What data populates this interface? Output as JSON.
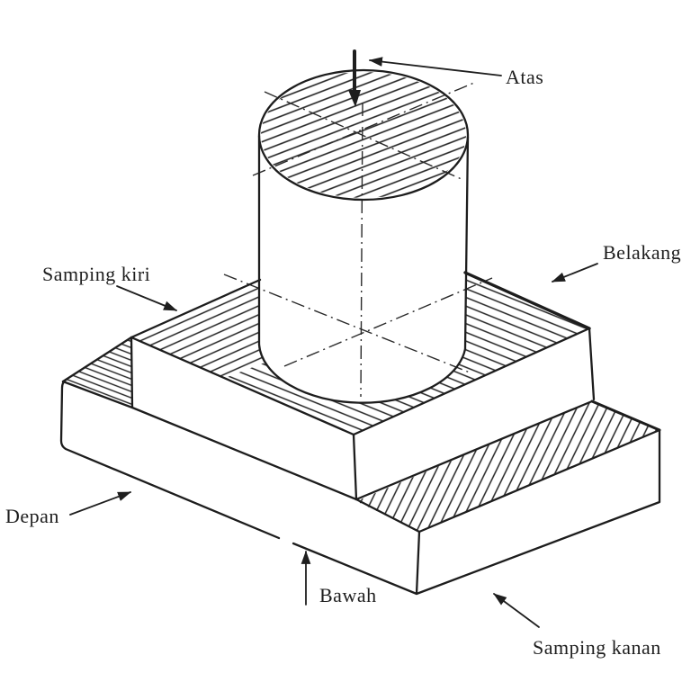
{
  "figure": {
    "description": "Isometric pictorial of a stepped block with a cylinder on top, annotated with the six principal viewing directions (Indonesian)",
    "labels": {
      "top": "Atas",
      "back": "Belakang",
      "left_side": "Samping kiri",
      "front": "Depan",
      "bottom": "Bawah",
      "right_side": "Samping kanan"
    },
    "colors": {
      "ink": "#1e1e1e",
      "paper": "#ffffff"
    }
  }
}
